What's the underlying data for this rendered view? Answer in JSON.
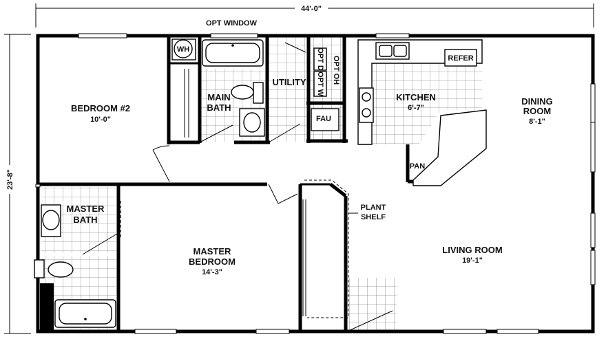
{
  "dimensions": {
    "width_label": "44'-0\"",
    "height_label": "23'-8\""
  },
  "top_labels": {
    "opt_window": "OPT WINDOW"
  },
  "rooms": {
    "bedroom2": {
      "name": "BEDROOM #2",
      "size": "10'-0\""
    },
    "main_bath_line1": "MAIN",
    "main_bath_line2": "BATH",
    "utility": "UTILITY",
    "wh": "WH",
    "opt_d": "OPT D",
    "opt_w": "OPT W",
    "opt_oh": "OPT OH",
    "fau": "FAU",
    "kitchen": {
      "name": "KITCHEN",
      "size": "6'-7\""
    },
    "refer": "REFER",
    "pan": "PAN",
    "dining_line1": "DINING",
    "dining_line2": "ROOM",
    "dining_size": "8'-1\"",
    "master_bath_line1": "MASTER",
    "master_bath_line2": "BATH",
    "master_bed_line1": "MASTER",
    "master_bed_line2": "BEDROOM",
    "master_bed_size": "14'-3\"",
    "plant_shelf_line1": "PLANT",
    "plant_shelf_line2": "SHELF",
    "living": {
      "name": "LIVING ROOM",
      "size": "19'-1\""
    }
  }
}
